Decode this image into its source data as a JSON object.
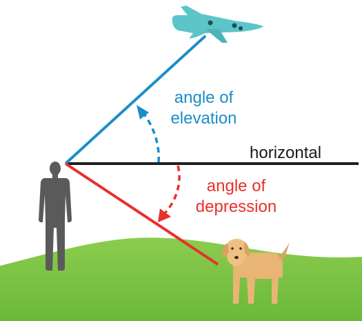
{
  "labels": {
    "elevation_line1": "angle of",
    "elevation_line2": "elevation",
    "depression_line1": "angle of",
    "depression_line2": "depression",
    "horizontal": "horizontal"
  },
  "colors": {
    "elevation": "#1a8ec9",
    "depression": "#e8302c",
    "horizontal_line": "#1f1f1f",
    "ground": "#6cbd3a",
    "person": "#5a5a5a",
    "airplane": "#5cc5c9",
    "dog": "#e8b574"
  },
  "icons": {
    "observer": "person-silhouette-icon",
    "airplane": "airplane-icon",
    "dog": "dog-icon"
  }
}
